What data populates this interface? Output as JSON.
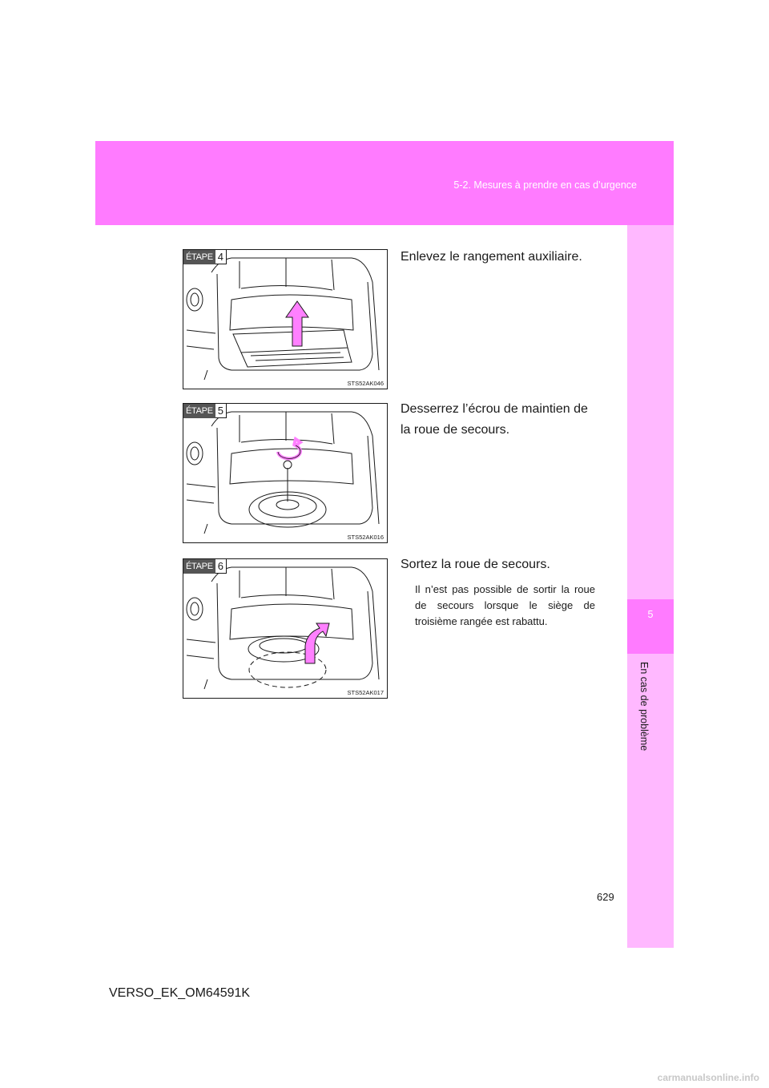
{
  "header": {
    "section_title": "5-2. Mesures à prendre en cas d’urgence"
  },
  "side_tab": {
    "chapter_number": "5",
    "chapter_title": "En cas de problème"
  },
  "steps": [
    {
      "label": "ÉTAPE",
      "number": "4",
      "text": "Enlevez le rangement auxiliaire.",
      "figure_code": "STS52AK046"
    },
    {
      "label": "ÉTAPE",
      "number": "5",
      "text": "Desserrez l’écrou de maintien de la roue de secours.",
      "figure_code": "STS52AK016"
    },
    {
      "label": "ÉTAPE",
      "number": "6",
      "text": "Sortez la roue de secours.",
      "note": "Il n’est pas possible de sortir la roue de secours lorsque le siège de troisième rangée est rabattu.",
      "figure_code": "STS52AK017"
    }
  ],
  "page_number": "629",
  "footer_code": "VERSO_EK_OM64591K",
  "watermark": "carmanualsonline.info",
  "colors": {
    "header_band": "#ff7bff",
    "side_tab": "#ffb8ff",
    "arrow_fill": "#ff80ff"
  }
}
